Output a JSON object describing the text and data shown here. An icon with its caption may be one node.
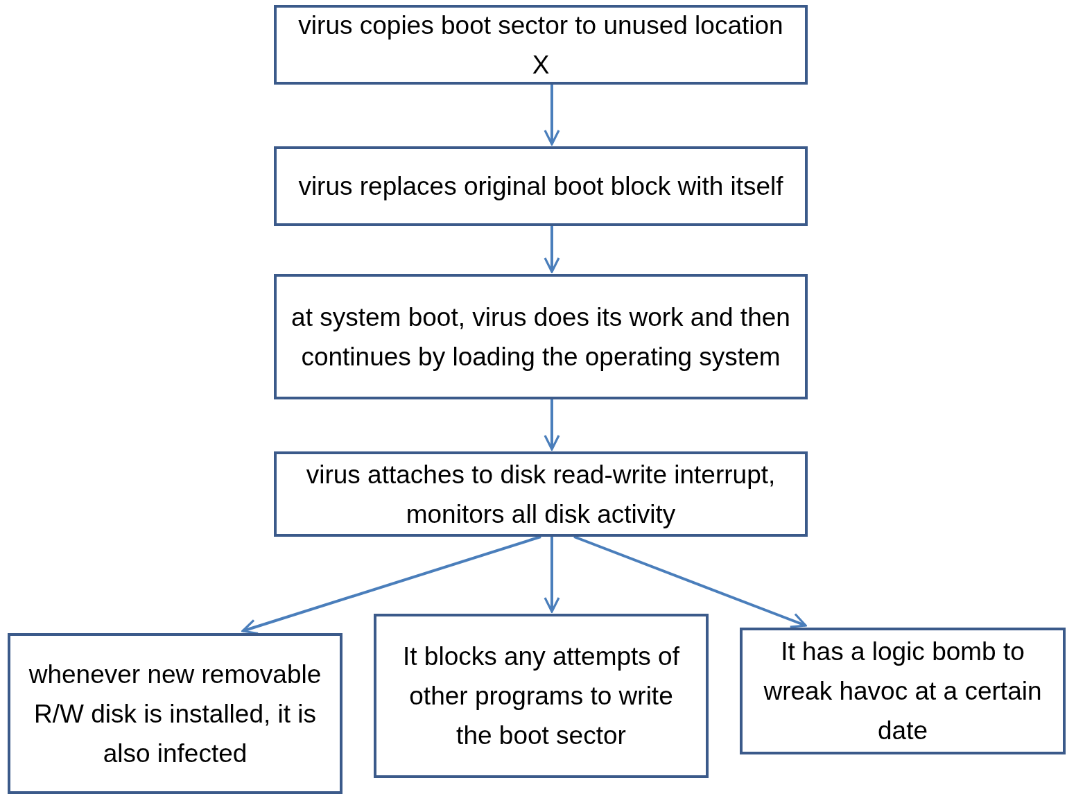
{
  "diagram": {
    "nodes": [
      {
        "text": [
          "virus copies boot sector to unused location X"
        ]
      },
      {
        "text": [
          "virus replaces original boot block with itself"
        ]
      },
      {
        "text": [
          "at system boot, virus does its work and then continues by loading the operating system"
        ]
      },
      {
        "text": [
          "virus attaches to disk read-write interrupt, monitors all disk activity"
        ]
      },
      {
        "text": [
          "whenever new removable R/W disk is installed, it is also infected"
        ]
      },
      {
        "text": [
          "It blocks any attempts of other programs to write the boot sector"
        ]
      },
      {
        "text": [
          "It has a logic bomb to wreak havoc at a certain date"
        ]
      }
    ],
    "edges": [
      {
        "from": 0,
        "to": 1,
        "arrow": "to"
      },
      {
        "from": 1,
        "to": 2,
        "arrow": "to"
      },
      {
        "from": 2,
        "to": 3,
        "arrow": "to"
      },
      {
        "from": 3,
        "to": 4,
        "arrow": "to"
      },
      {
        "from": 3,
        "to": 5,
        "arrow": "to"
      },
      {
        "from": 3,
        "to": 6,
        "arrow": "to"
      }
    ]
  }
}
